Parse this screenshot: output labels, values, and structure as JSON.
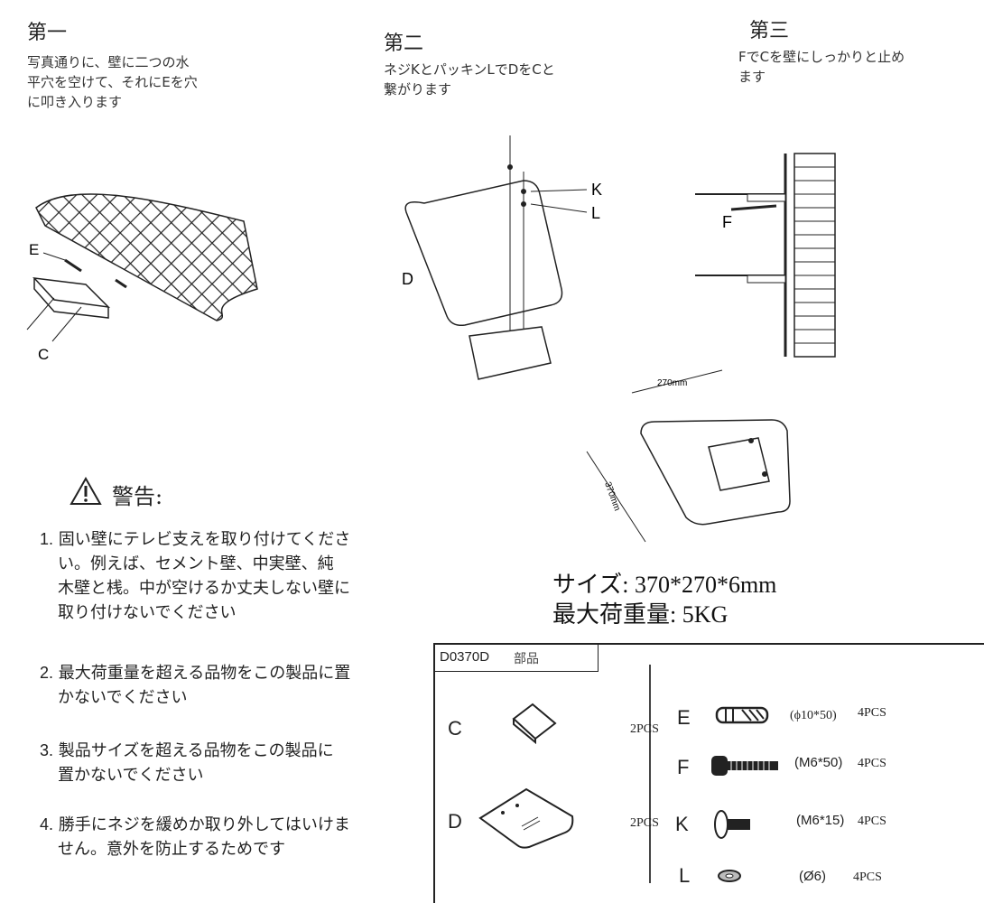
{
  "steps": [
    {
      "title": "第一",
      "text": [
        "写真通りに、壁に二つの水",
        "平穴を空けて、それにEを穴",
        "に叩き入ります"
      ]
    },
    {
      "title": "第二",
      "text": [
        "ネジKとパッキンLでDをCと",
        "繋がります"
      ]
    },
    {
      "title": "第三",
      "text": [
        "FでCを壁にしっかりと止め",
        "ます"
      ]
    }
  ],
  "diagram_labels": {
    "e": "E",
    "c": "C",
    "d": "D",
    "k": "K",
    "l": "L",
    "f": "F",
    "width": "270mm",
    "depth": "370mm"
  },
  "warning": {
    "title": "警告:",
    "items": [
      {
        "num": "1.",
        "lines": [
          "固い壁にテレビ支えを取り付けてくださ",
          "い。例えば、セメント壁、中実壁、純",
          "木壁と桟。中が空けるか丈夫しない壁に",
          "取り付けないでください"
        ]
      },
      {
        "num": "2.",
        "lines": [
          "最大荷重量を超える品物をこの製品に置",
          "かないでください"
        ]
      },
      {
        "num": "3.",
        "lines": [
          " 製品サイズを超える品物をこの製品に",
          "置かないでください"
        ]
      },
      {
        "num": "4.",
        "lines": [
          "勝手にネジを緩めか取り外してはいけま",
          "せん。意外を防止するためです"
        ]
      }
    ]
  },
  "specs": {
    "size": "サイズ: 370*270*6mm",
    "max_load": "最大荷重量: 5KG"
  },
  "parts": {
    "model": "D0370D",
    "title": "部品",
    "left": [
      {
        "label": "C",
        "qty": "2PCS"
      },
      {
        "label": "D",
        "qty": "2PCS"
      }
    ],
    "right": [
      {
        "label": "E",
        "size": "(ϕ10*50)",
        "qty": "4PCS"
      },
      {
        "label": "F",
        "size": "(M6*50)",
        "qty": "4PCS"
      },
      {
        "label": "K",
        "size": "(M6*15)",
        "qty": "4PCS"
      },
      {
        "label": "L",
        "size": "(Ø6)",
        "qty": "4PCS"
      }
    ]
  }
}
